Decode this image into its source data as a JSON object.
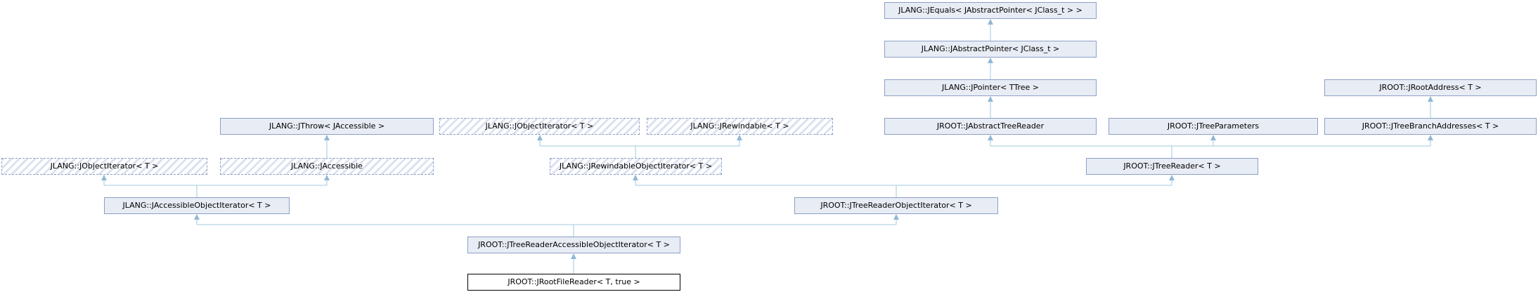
{
  "diagram": {
    "title": "Inheritance diagram for JROOT::JRootFileReader< T, true >",
    "type": "class-inheritance-graph",
    "colors": {
      "node_fill": "#e8ecf5",
      "node_border": "#8ca0c6",
      "hatch_stripe": "#dce2f0",
      "current_node_border": "#000000",
      "current_node_fill": "#ffffff",
      "edge_line": "#a2c8de",
      "edge_arrow": "#8fb8d6",
      "background": "#ffffff"
    },
    "nodes": [
      {
        "label": "JLANG::JEquals< JAbstractPointer< JClass_t > >",
        "style": "solid"
      },
      {
        "label": "JLANG::JAbstractPointer< JClass_t >",
        "style": "solid"
      },
      {
        "label": "JLANG::JPointer< TTree >",
        "style": "solid"
      },
      {
        "label": "JROOT::JRootAddress< T >",
        "style": "solid"
      },
      {
        "label": "JLANG::JThrow< JAccessible >",
        "style": "solid"
      },
      {
        "label": "JLANG::JObjectIterator< T >",
        "style": "dashed"
      },
      {
        "label": "JLANG::JRewindable< T >",
        "style": "dashed"
      },
      {
        "label": "JROOT::JAbstractTreeReader",
        "style": "solid"
      },
      {
        "label": "JROOT::JTreeParameters",
        "style": "solid"
      },
      {
        "label": "JROOT::JTreeBranchAddresses< T >",
        "style": "solid"
      },
      {
        "label": "JLANG::JObjectIterator< T >",
        "style": "dashed"
      },
      {
        "label": "JLANG::JAccessible",
        "style": "dashed"
      },
      {
        "label": "JLANG::JRewindableObjectIterator< T >",
        "style": "dashed"
      },
      {
        "label": "JROOT::JTreeReader< T >",
        "style": "solid"
      },
      {
        "label": "JLANG::JAccessibleObjectIterator< T >",
        "style": "solid"
      },
      {
        "label": "JROOT::JTreeReaderObjectIterator< T >",
        "style": "solid"
      },
      {
        "label": "JROOT::JTreeReaderAccessibleObjectIterator< T >",
        "style": "solid"
      },
      {
        "label": "JROOT::JRootFileReader< T, true >",
        "style": "current"
      }
    ],
    "edges": [
      {
        "from": "JLANG::JAbstractPointer< JClass_t >",
        "to": "JLANG::JEquals< JAbstractPointer< JClass_t > >"
      },
      {
        "from": "JLANG::JPointer< TTree >",
        "to": "JLANG::JAbstractPointer< JClass_t >"
      },
      {
        "from": "JROOT::JAbstractTreeReader",
        "to": "JLANG::JPointer< TTree >"
      },
      {
        "from": "JROOT::JTreeBranchAddresses< T >",
        "to": "JROOT::JRootAddress< T >"
      },
      {
        "from": "JLANG::JAccessible",
        "to": "JLANG::JThrow< JAccessible >"
      },
      {
        "from": "JLANG::JRewindableObjectIterator< T >",
        "to": "JLANG::JObjectIterator< T >"
      },
      {
        "from": "JLANG::JRewindableObjectIterator< T >",
        "to": "JLANG::JRewindable< T >"
      },
      {
        "from": "JROOT::JTreeReader< T >",
        "to": "JROOT::JAbstractTreeReader"
      },
      {
        "from": "JROOT::JTreeReader< T >",
        "to": "JROOT::JTreeParameters"
      },
      {
        "from": "JROOT::JTreeReader< T >",
        "to": "JROOT::JTreeBranchAddresses< T >"
      },
      {
        "from": "JLANG::JAccessibleObjectIterator< T >",
        "to": "JLANG::JObjectIterator< T >"
      },
      {
        "from": "JLANG::JAccessibleObjectIterator< T >",
        "to": "JLANG::JAccessible"
      },
      {
        "from": "JROOT::JTreeReaderObjectIterator< T >",
        "to": "JLANG::JRewindableObjectIterator< T >"
      },
      {
        "from": "JROOT::JTreeReaderObjectIterator< T >",
        "to": "JROOT::JTreeReader< T >"
      },
      {
        "from": "JROOT::JTreeReaderAccessibleObjectIterator< T >",
        "to": "JLANG::JAccessibleObjectIterator< T >"
      },
      {
        "from": "JROOT::JTreeReaderAccessibleObjectIterator< T >",
        "to": "JROOT::JTreeReaderObjectIterator< T >"
      },
      {
        "from": "JROOT::JRootFileReader< T, true >",
        "to": "JROOT::JTreeReaderAccessibleObjectIterator< T >"
      }
    ]
  }
}
